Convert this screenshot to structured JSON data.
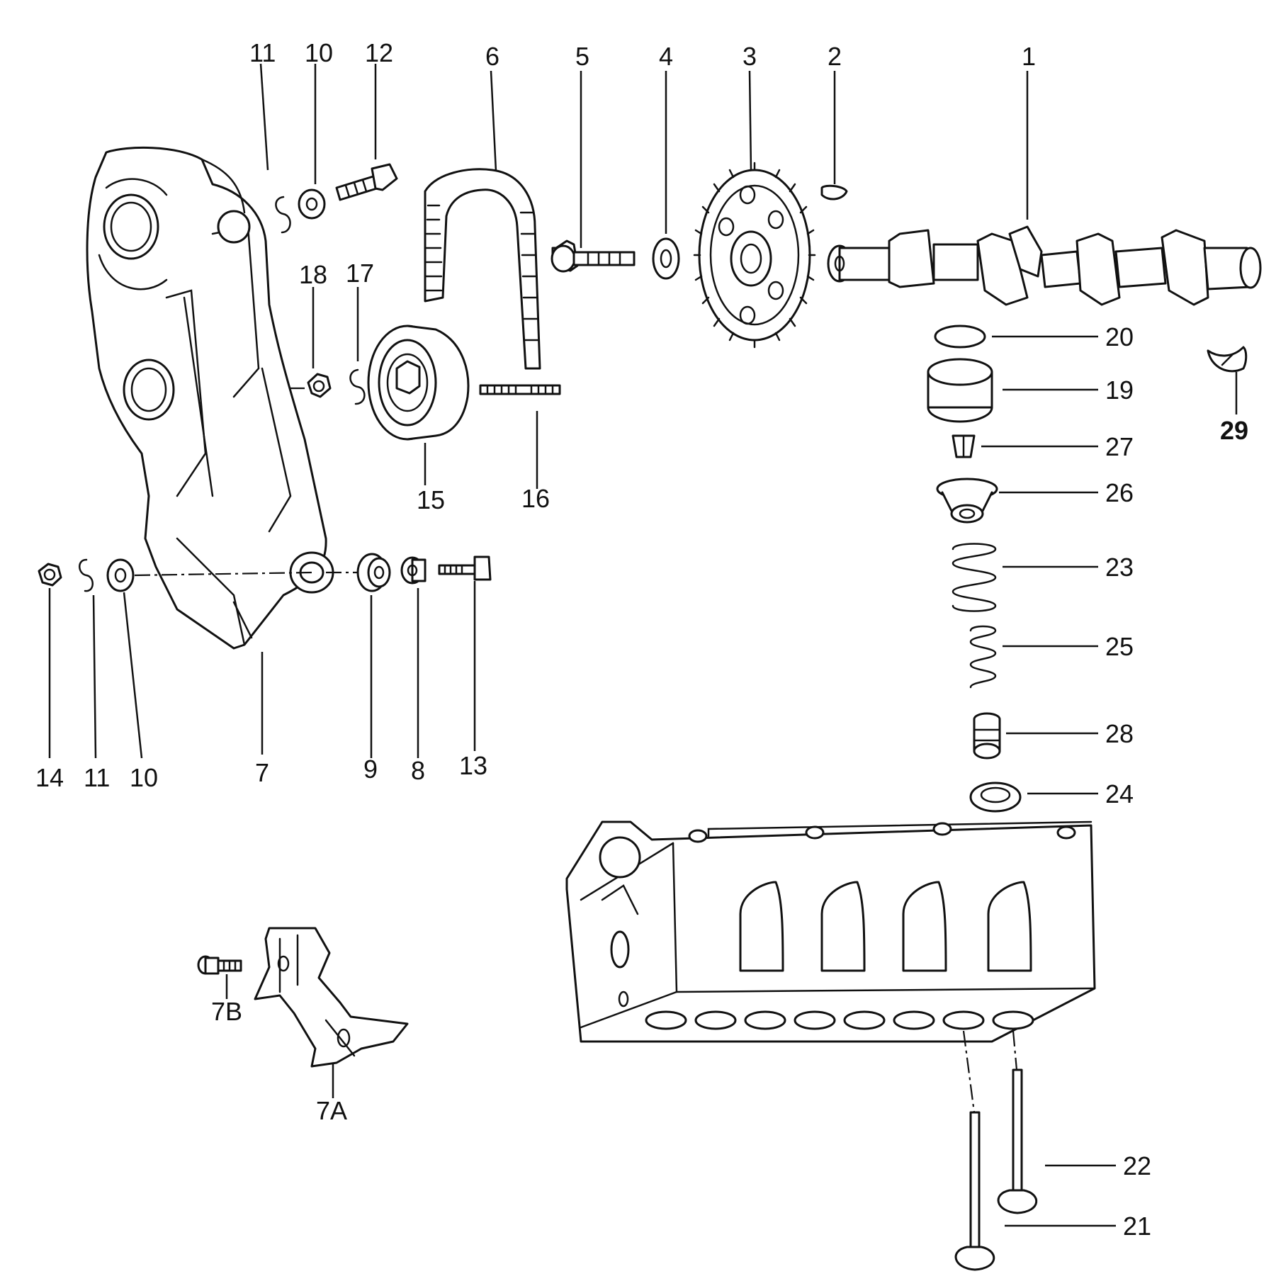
{
  "colors": {
    "ink": "#111111",
    "paper": "#ffffff"
  },
  "callouts": {
    "c1": "1",
    "c2": "2",
    "c3": "3",
    "c4": "4",
    "c5": "5",
    "c6": "6",
    "c7": "7",
    "c7a": "7A",
    "c7b": "7B",
    "c8": "8",
    "c9": "9",
    "c10_top": "10",
    "c10_bottom": "10",
    "c11_top": "11",
    "c11_bottom": "11",
    "c12": "12",
    "c13": "13",
    "c14": "14",
    "c15": "15",
    "c16": "16",
    "c17": "17",
    "c18": "18",
    "c19": "19",
    "c20": "20",
    "c21": "21",
    "c22": "22",
    "c23": "23",
    "c24": "24",
    "c25": "25",
    "c26": "26",
    "c27": "27",
    "c28": "28",
    "c29": "29"
  }
}
